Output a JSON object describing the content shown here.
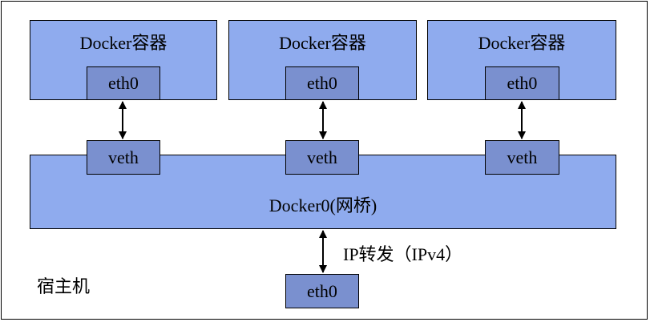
{
  "host": {
    "label": "宿主机"
  },
  "containers": [
    {
      "title": "Docker容器",
      "eth": "eth0",
      "veth": "veth"
    },
    {
      "title": "Docker容器",
      "eth": "eth0",
      "veth": "veth"
    },
    {
      "title": "Docker容器",
      "eth": "eth0",
      "veth": "veth"
    }
  ],
  "bridge": {
    "label": "Docker0(网桥)"
  },
  "forward": {
    "label": "IP转发（IPv4）"
  },
  "host_eth": {
    "label": "eth0"
  }
}
